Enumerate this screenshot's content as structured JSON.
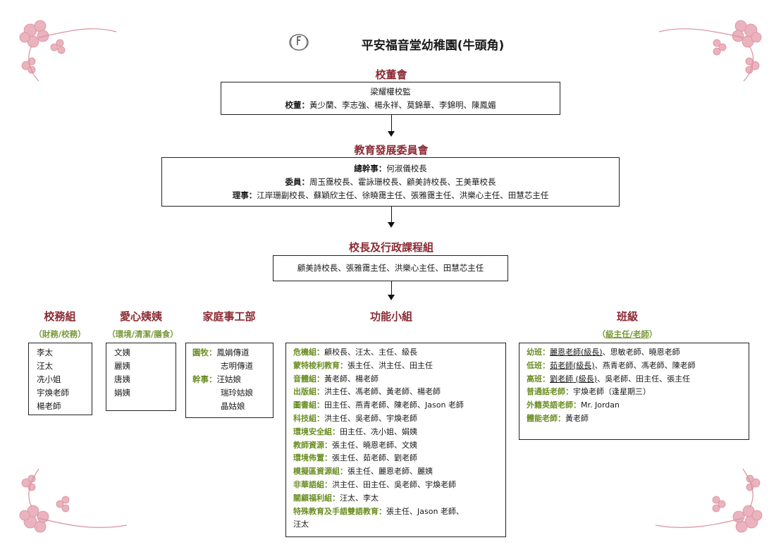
{
  "title": "平安福音堂幼稚園(牛頭角)",
  "board": {
    "heading": "校董會",
    "supervisor": "梁耀權校監",
    "members_label": "校董：",
    "members": "黃少蘭、李志強、楊永祥、莫錦華、李錦明、陳鳳媚"
  },
  "edu": {
    "heading": "教育發展委員會",
    "l1_label": "總幹事：",
    "l1": "何淑儀校長",
    "l2_label": "委員：",
    "l2": "周玉靄校長、霍詠珊校長、顧美詩校長、王美華校長",
    "l3_label": "理事：",
    "l3": "江岸珊副校長、蘇穎欣主任、徐曉靄主任、張雅靄主任、洪樂心主任、田慧芯主任"
  },
  "principal": {
    "heading": "校長及行政課程組",
    "members": "顧美詩校長、張雅靄主任、洪樂心主任、田慧芯主任"
  },
  "affairs": {
    "heading": "校務組",
    "sub": "（財務/校務）",
    "items": [
      "李太",
      "汪太",
      "冼小姐",
      "宇煥老師",
      "楊老師"
    ]
  },
  "aunty": {
    "heading": "愛心姨姨",
    "sub": "（環境/清潔/膳食）",
    "items": [
      "文姨",
      "麗姨",
      "唐姨",
      "娟姨"
    ]
  },
  "family": {
    "heading": "家庭事工部",
    "pastor_label": "園牧：",
    "pastor": [
      "鳳娟傳道",
      "志明傳道"
    ],
    "staff_label": "幹事：",
    "staff": [
      "汪姑娘",
      "瑞玲姑娘",
      "晶姑娘"
    ]
  },
  "func": {
    "heading": "功能小組",
    "rows": [
      {
        "label": "危機組：",
        "text": "顧校長、汪太、主任、級長"
      },
      {
        "label": "蒙特梭利教育：",
        "text": "張主任、洪主任、田主任"
      },
      {
        "label": "音體組：",
        "text": "黃老師、楊老師"
      },
      {
        "label": "出版組：",
        "text": "洪主任、馮老師、黃老師、楊老師"
      },
      {
        "label": "圖書組：",
        "text": "田主任、燕青老師、陳老師、Jason 老師"
      },
      {
        "label": "科技組：",
        "text": "洪主任、吳老師、宇煥老師"
      },
      {
        "label": "環境安全組：",
        "text": "田主任、冼小姐、娟姨"
      },
      {
        "label": "教師資源：",
        "text": "張主任、曉恩老師、文姨"
      },
      {
        "label": "環境佈置：",
        "text": "張主任、茹老師、劉老師"
      },
      {
        "label": "模擬區資源組：",
        "text": "張主任、麗恩老師、麗姨"
      },
      {
        "label": "非華語組：",
        "text": "洪主任、田主任、吳老師、宇煥老師"
      },
      {
        "label": "關顧福利組：",
        "text": "汪太、李太"
      },
      {
        "label": "特殊教育及手語雙語教育：",
        "text": "張主任、Jason 老師、"
      }
    ],
    "last_line": "汪太"
  },
  "classes": {
    "heading": "班級",
    "sub_open": "（",
    "sub_main": "級主任/老師",
    "sub_close": "）",
    "r1_label": "幼班：",
    "r1_u": "麗恩老師(級長)",
    "r1_rest": "、思敏老師、曉恩老師",
    "r2_label": "低班：",
    "r2_u": "茹老師(級長)",
    "r2_rest": "、燕青老師、馮老師、陳老師",
    "r3_label": "高班：",
    "r3_u": "劉老師 (級長)",
    "r3_rest": "、吳老師、田主任、張主任",
    "r4_label": "普通話老師：",
    "r4": "宇煥老師（逢星期三）",
    "r5_label": "外籍英語老師：",
    "r5": "Mr. Jordan",
    "r6_label": "體能老師：",
    "r6": "黃老師"
  },
  "colors": {
    "heading": "#8b2a33",
    "green": "#6b8e23",
    "flower": "#e8a9b4"
  }
}
